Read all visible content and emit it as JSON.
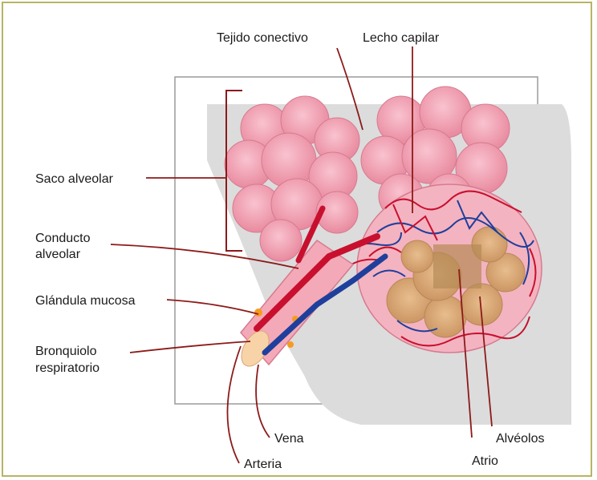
{
  "labels": {
    "tejido_conectivo": "Tejido conectivo",
    "lecho_capilar": "Lecho capilar",
    "saco_alveolar": "Saco alveolar",
    "conducto_alveolar_1": "Conducto",
    "conducto_alveolar_2": "alveolar",
    "glandula_mucosa": "Glándula mucosa",
    "bronquiolo_1": "Bronquiolo",
    "bronquiolo_2": "respiratorio",
    "vena": "Vena",
    "arteria": "Arteria",
    "atrio": "Atrio",
    "alveolos": "Alvéolos"
  },
  "colors": {
    "frame_border": "#b9b463",
    "leader_line": "#8c1a1a",
    "alveoli_pink": "#f2a3b3",
    "artery_red": "#c8102e",
    "vein_blue": "#1f3f9c",
    "tissue_gray": "#d9d9d9",
    "atrium_tan": "#d9a878"
  }
}
